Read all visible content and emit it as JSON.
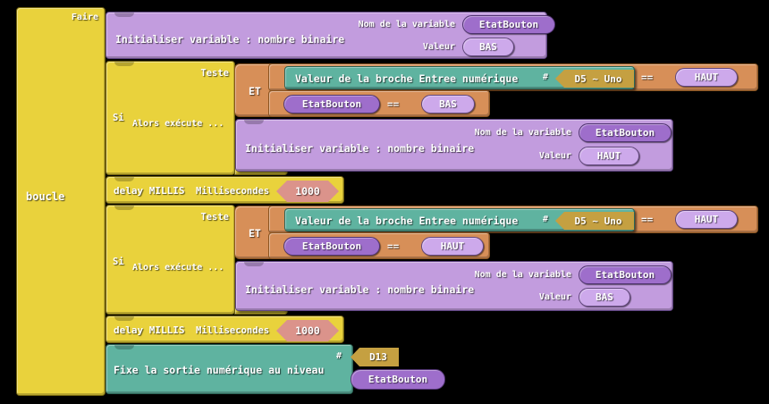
{
  "colors": {
    "background": "#000000",
    "loop_yellow": "#E9D23C",
    "variable_purple": "#C29CDE",
    "pin_teal": "#5FB3A0",
    "logic_orange": "#D78F58",
    "pill_dark_purple": "#9E6ECB",
    "pill_light_purple": "#CDA9EB",
    "dropdown_gold": "#C5A041",
    "number_pink": "#DB938B"
  },
  "loop": {
    "label": "boucle",
    "top_label": "Faire"
  },
  "init1": {
    "title": "Initialiser variable : nombre binaire",
    "name_label": "Nom de la variable",
    "name_value": "EtatBouton",
    "value_label": "Valeur",
    "value_value": "BAS"
  },
  "if1": {
    "teste": "Teste",
    "si": "Si",
    "alors": "Alors exécute ...",
    "et": "ET",
    "cond_pin": {
      "text": "Valeur de la broche Entree numérique",
      "hash": "#",
      "pin": "D5 ~ Uno",
      "op": "==",
      "value": "HAUT"
    },
    "cond_var": {
      "left": "EtatBouton",
      "op": "==",
      "right": "BAS"
    },
    "body": {
      "title": "Initialiser variable : nombre binaire",
      "name_label": "Nom de la variable",
      "name_value": "EtatBouton",
      "value_label": "Valeur",
      "value_value": "HAUT"
    }
  },
  "delay1": {
    "title": "delay MILLIS",
    "label": "Millisecondes",
    "value": "1000"
  },
  "if2": {
    "teste": "Teste",
    "si": "Si",
    "alors": "Alors exécute ...",
    "et": "ET",
    "cond_pin": {
      "text": "Valeur de la broche Entree numérique",
      "hash": "#",
      "pin": "D5 ~ Uno",
      "op": "==",
      "value": "HAUT"
    },
    "cond_var": {
      "left": "EtatBouton",
      "op": "==",
      "right": "HAUT"
    },
    "body": {
      "title": "Initialiser variable : nombre binaire",
      "name_label": "Nom de la variable",
      "name_value": "EtatBouton",
      "value_label": "Valeur",
      "value_value": "BAS"
    }
  },
  "delay2": {
    "title": "delay MILLIS",
    "label": "Millisecondes",
    "value": "1000"
  },
  "setpin": {
    "title": "Fixe la sortie numérique au niveau",
    "hash": "#",
    "pin": "D13",
    "value": "EtatBouton"
  }
}
